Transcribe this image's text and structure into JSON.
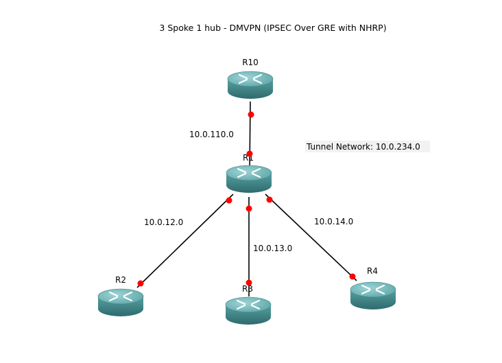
{
  "diagram": {
    "title": "3 Spoke 1 hub - DMVPN (IPSEC Over GRE with NHRP)",
    "tunnel_network": "Tunnel Network: 10.0.234.0",
    "colors": {
      "router_top": "#6db3b5",
      "router_body": "#4f9597",
      "router_bottom": "#2f6f71",
      "link": "#000000",
      "port": "#ff0000"
    },
    "routers": [
      {
        "id": "R10",
        "label": "R10"
      },
      {
        "id": "R1",
        "label": "R1"
      },
      {
        "id": "R2",
        "label": "R2"
      },
      {
        "id": "R3",
        "label": "R3"
      },
      {
        "id": "R4",
        "label": "R4"
      }
    ],
    "links": [
      {
        "from": "R10",
        "to": "R1",
        "label": "10.0.110.0"
      },
      {
        "from": "R1",
        "to": "R2",
        "label": "10.0.12.0"
      },
      {
        "from": "R1",
        "to": "R3",
        "label": "10.0.13.0"
      },
      {
        "from": "R1",
        "to": "R4",
        "label": "10.0.14.0"
      }
    ]
  }
}
